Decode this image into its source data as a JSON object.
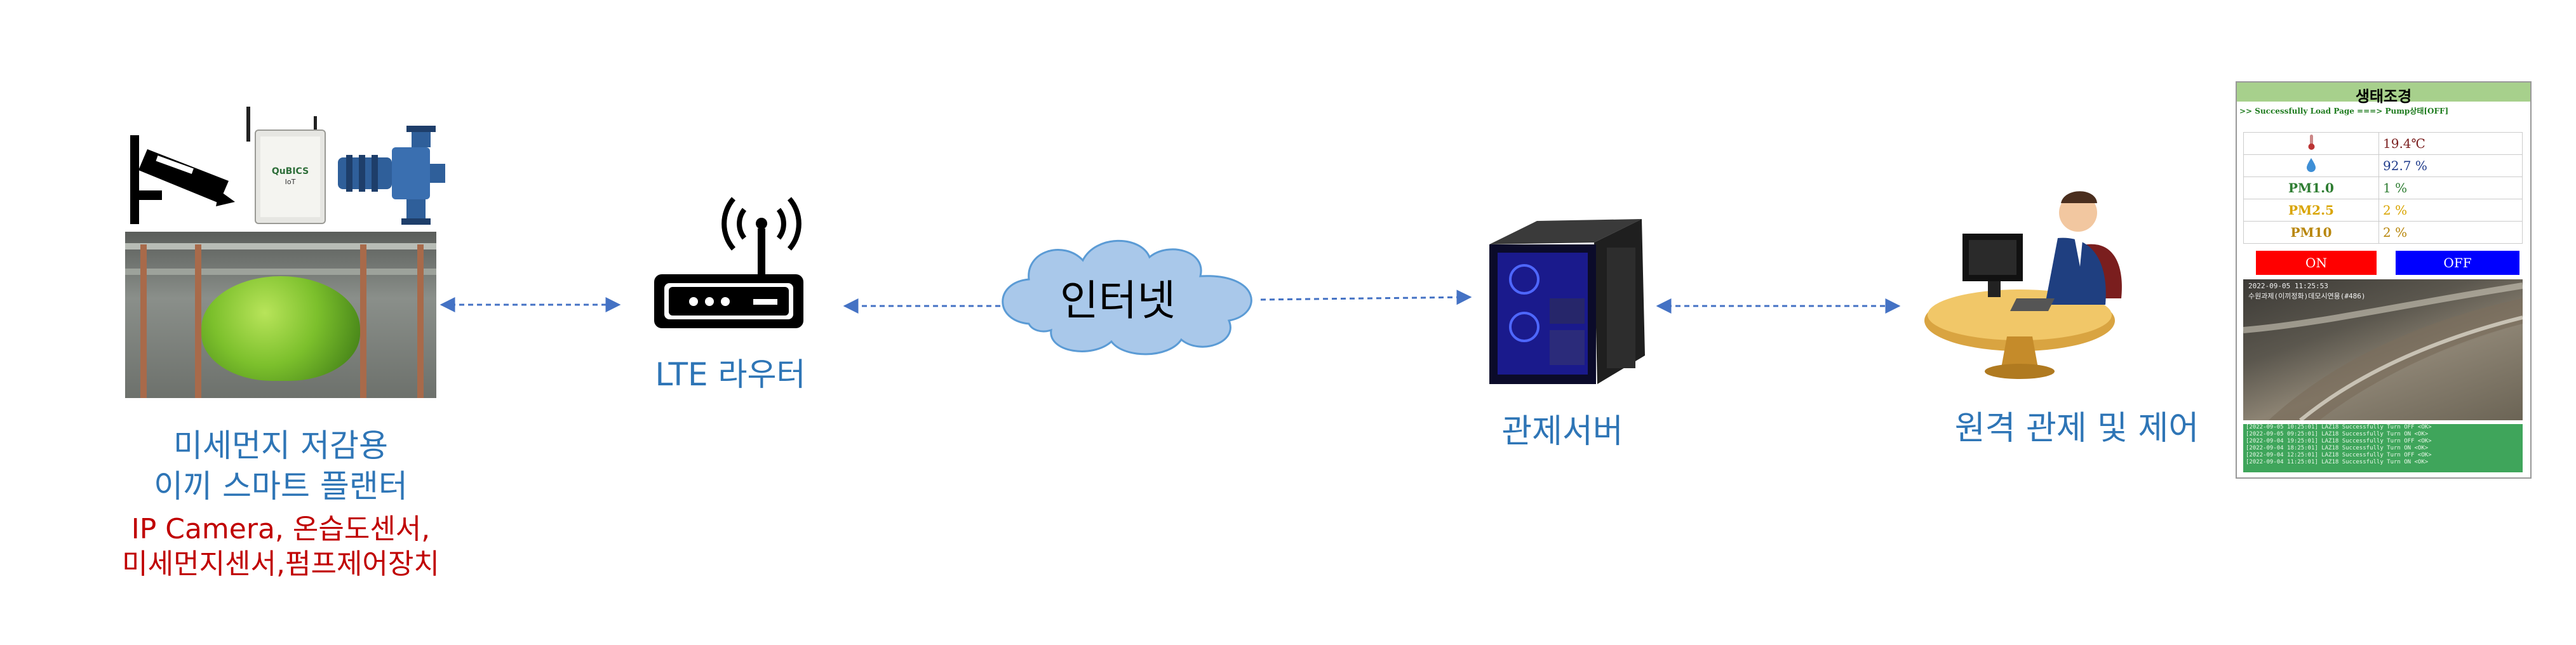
{
  "planter": {
    "title_line1": "미세먼지 저감용",
    "title_line2": "이끼 스마트 플랜터",
    "detail_line1": "IP Camera, 온습도센서,",
    "detail_line2": "미세먼지센서,펌프제어장치",
    "device_brand": "QuBICS",
    "device_model": "IoT"
  },
  "router": {
    "label": "LTE 라우터"
  },
  "internet": {
    "label": "인터넷"
  },
  "server": {
    "label": "관제서버"
  },
  "operator": {
    "label": "원격 관제 및 제어"
  },
  "monitor": {
    "title": "생태조경",
    "status": ">> Successfully Load Page ===> Pump상태[OFF]",
    "temperature": "19.4℃",
    "humidity": "92.7 %",
    "rows": [
      {
        "name": "PM1.0",
        "value": "1 %"
      },
      {
        "name": "PM2.5",
        "value": "2 %"
      },
      {
        "name": "PM10",
        "value": "2 %"
      }
    ],
    "on_label": "ON",
    "off_label": "OFF",
    "camera_timestamp": "2022-09-05 11:25:53",
    "camera_caption": "수원과제(이끼정화)데모시연용(#486)",
    "log_lines": [
      "[2022-09-05 10:25:01] LAZ18 Successfully Turn OFF <OK>",
      "[2022-09-05 09:25:01] LAZ18 Successfully Turn ON <OK>",
      "[2022-09-04 19:25:01] LAZ18 Successfully Turn OFF <OK>",
      "[2022-09-04 18:25:01] LAZ18 Successfully Turn ON <OK>",
      "[2022-09-04 12:25:01] LAZ18 Successfully Turn OFF <OK>",
      "[2022-09-04 11:25:01] LAZ18 Successfully Turn ON <OK>"
    ]
  },
  "colors": {
    "label_blue": "#2E75B6",
    "label_red": "#C00000",
    "arrow": "#4472C4",
    "cloud_fill": "#A9C8EA",
    "on_button": "#FF0000",
    "off_button": "#0000FF",
    "pm1_color": "#2E7D32",
    "pm25_color": "#D9A400",
    "pm10_color": "#B8860B"
  }
}
